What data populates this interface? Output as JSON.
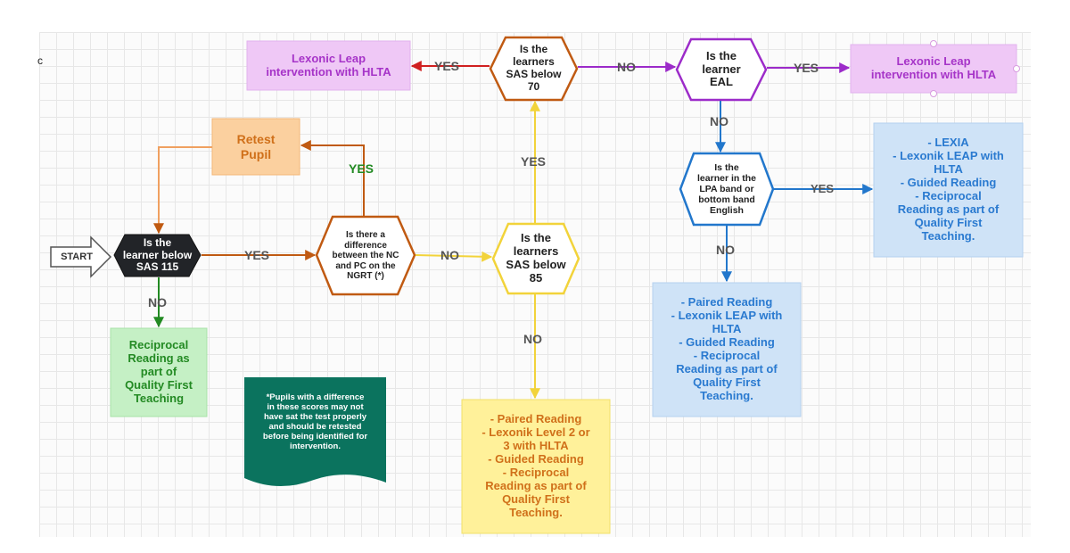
{
  "corner_label": "c",
  "colors": {
    "orange": "#c05a12",
    "yellow": "#f2d33a",
    "red": "#d02020",
    "purple": "#9c2bc9",
    "blue": "#2277cc",
    "green": "#238a23",
    "dark": "#222428",
    "teal": "#0b735e"
  },
  "nodes": {
    "start": "START",
    "sas115": "Is the\nlearner below\nSAS 115",
    "difference": "Is there a\ndifference\nbetween the NC\nand PC on the\nNGRT (*)",
    "retest": "Retest\nPupil",
    "sas85": "Is the\nlearners\nSAS below\n85",
    "sas70": "Is the\nlearners\nSAS below\n70",
    "eal": "Is the\nlearner\nEAL",
    "lpa": "Is the\nlearner in the\nLPA band or\nbottom band\nEnglish",
    "lexonic_left": "Lexonic Leap\nintervention with HLTA",
    "lexonic_right": "Lexonic Leap\nintervention with HLTA",
    "green_box": "Reciprocal\nReading as\npart of\nQuality First\nTeaching",
    "yellow_box": "- Paired Reading\n- Lexonik Level 2 or\n3 with HLTA\n- Guided Reading\n- Reciprocal\nReading as part of\nQuality First\nTeaching.",
    "blue_left_box": "- Paired Reading\n- Lexonik LEAP with\nHLTA\n- Guided Reading\n- Reciprocal\nReading as part of\nQuality First\nTeaching.",
    "blue_right_box": "- LEXIA\n- Lexonik LEAP with\nHLTA\n- Guided Reading\n- Reciprocal\nReading as part of\nQuality First\nTeaching.",
    "note": "*Pupils with a difference\nin these scores may not\nhave sat the test properly\nand should be retested\nbefore being identified for\nintervention."
  },
  "labels": {
    "yes_sas115": "YES",
    "no_sas115": "NO",
    "yes_difference": "YES",
    "no_difference": "NO",
    "yes_sas85": "YES",
    "no_sas85": "NO",
    "yes_sas70": "YES",
    "no_sas70": "NO",
    "yes_eal": "YES",
    "no_eal": "NO",
    "yes_lpa": "YES",
    "no_lpa": "NO"
  }
}
